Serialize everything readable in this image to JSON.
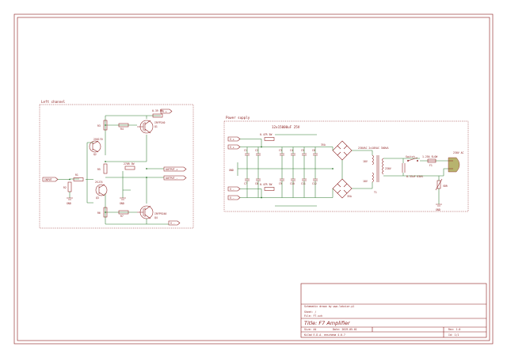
{
  "sheet": {
    "left_section_title": "Left channel",
    "power_section_title": "Power supply"
  },
  "left_channel": {
    "input_label": "INPUT",
    "output_plus_label": "OUTPUT_+",
    "output_minus_label": "OUTPUT_-",
    "supply_pos_label": "V_+",
    "supply_neg_label": "V_-",
    "labels": {
      "r1": "R1",
      "r2": "R2",
      "r3": "R3",
      "r4": "R4",
      "r5": "R5",
      "r6": "R6",
      "r7": "R7",
      "q1": "Q1",
      "q2": "Q2",
      "q3": "Q3",
      "q4": "Q4",
      "top_res": "0.39 5W",
      "top_fet": "IRFP240",
      "jfet_top": "2SK170",
      "mid_res": "270R 5W",
      "jfet_bot": "2SJ74",
      "bot_fet": "IRFP9240",
      "gnd": "GND"
    }
  },
  "power_supply": {
    "cap_bank_label": "12x15000uF 25V",
    "v_pos_in": "V_+",
    "v_neg_in": "V_-",
    "c_res_top": "0.47R 5W",
    "c_res_bot": "0.47R 5W",
    "transformer_label": "230VAC 2x18VAC 300VA",
    "sec_voltage_top": "18V",
    "sec_voltage_bot": "18V",
    "primary_label": "230V",
    "bridge_top": "35A",
    "bridge_bot": "35A",
    "switch_label": "Switch",
    "fuse_label": "1.25A SLOW",
    "cap_x2": "0.33uF 630V",
    "varistor": "VDR",
    "mains": "230V AC",
    "gnd": "GND",
    "transformer_ref": "T1",
    "fuse_ref": "F1",
    "cap_labels": [
      "C1",
      "C2",
      "C3",
      "C4",
      "C5",
      "C6",
      "C7",
      "C8",
      "C9",
      "C10",
      "C11",
      "C12"
    ]
  },
  "title_block": {
    "drawn_by": "Schematic drawn by www.lokcior.pl",
    "sheet": "Sheet: /",
    "file": "File: F7.sch",
    "title": "Title: F7 Amplifier",
    "size": "Size: A4",
    "date": "Date: 2019-05-01",
    "rev": "Rev: 1.0",
    "kicad": "KiCad E.D.A.  eeschema 4.0.7",
    "id": "Id: 1/1"
  }
}
